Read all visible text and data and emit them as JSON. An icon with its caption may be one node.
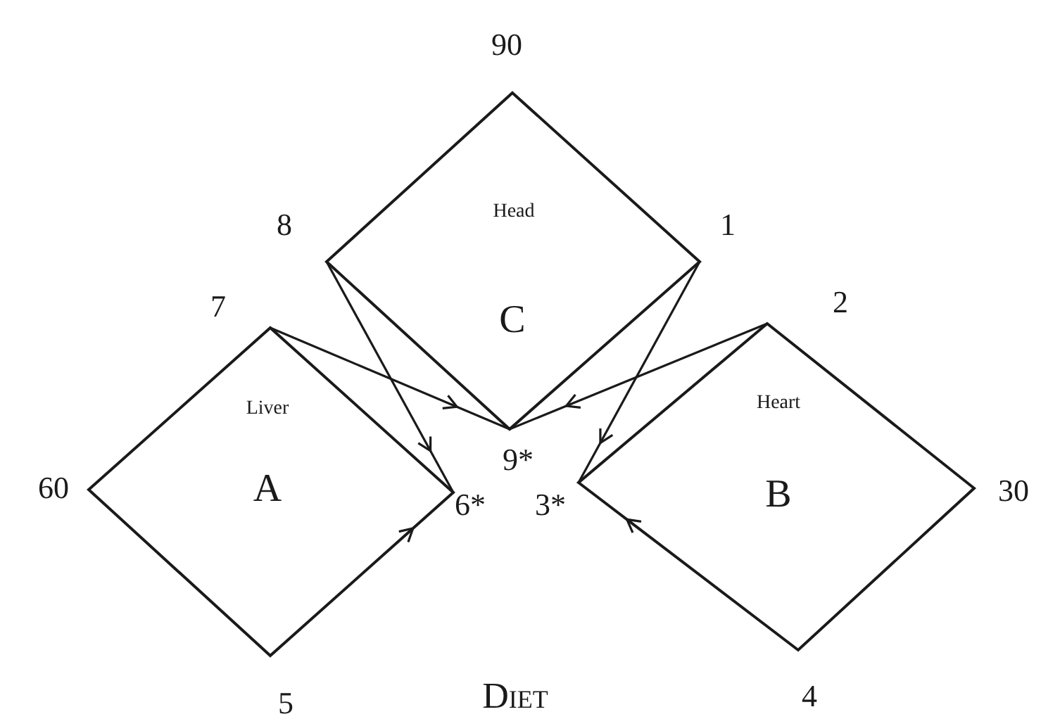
{
  "diagram": {
    "title": "Diet",
    "nodes": [
      {
        "text": [
          "Head",
          "C"
        ]
      },
      {
        "text": [
          "Liver",
          "A"
        ]
      },
      {
        "text": [
          "Heart",
          "B"
        ]
      }
    ],
    "edges": [
      {
        "from": 0,
        "to": 1,
        "arrow": "to"
      },
      {
        "from": 1,
        "to": 0,
        "arrow": "to"
      },
      {
        "from": 0,
        "to": 2,
        "arrow": "to"
      },
      {
        "from": 2,
        "to": 0,
        "arrow": "to"
      }
    ],
    "labels": [
      "90",
      "8",
      "1",
      "7",
      "2",
      "9*",
      "60",
      "6*",
      "3*",
      "30",
      "5",
      "4"
    ]
  }
}
